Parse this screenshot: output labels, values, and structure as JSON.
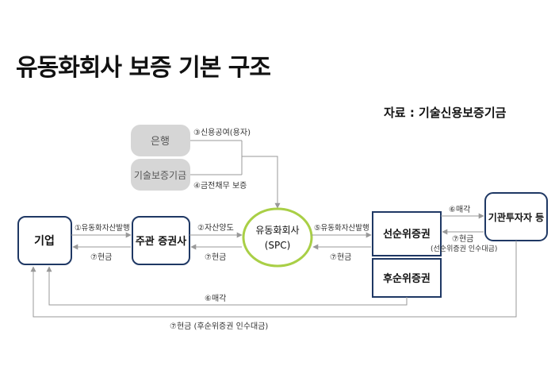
{
  "title": "유동화회사 보증 기본 구조",
  "source": "자료 : 기술신용보증기금",
  "nodes": {
    "bank": "은행",
    "kibo": "기술보증기금",
    "company": "기업",
    "lead_broker": "주관 증권사",
    "spc_line1": "유동화회사",
    "spc_line2": "(SPC)",
    "senior": "선순위증권",
    "subordinate": "후순위증권",
    "institutional": "기관투자자 등"
  },
  "edges": {
    "credit_line": "③신용공여(용자)",
    "debt_guarantee": "④금전채무 보증",
    "issue_abs_1": "①유동화자산발행",
    "cash_1": "⑦현금",
    "asset_transfer": "②자산양도",
    "cash_2": "⑦현금",
    "issue_abs_5": "⑤유동화자산발행",
    "cash_3": "⑦현금",
    "sale_6a": "⑥매각",
    "cash_senior": "⑦현금",
    "cash_senior_note": "(선순위증권 인수대금)",
    "sale_6b": "⑥매각",
    "cash_sub": "⑦현금 (후순위증권 인수대금)"
  },
  "colors": {
    "navy": "#1f3864",
    "green": "#a9cf46",
    "gray_box": "#d6d6d6",
    "gray_text": "#555555",
    "arrow": "#999999"
  }
}
